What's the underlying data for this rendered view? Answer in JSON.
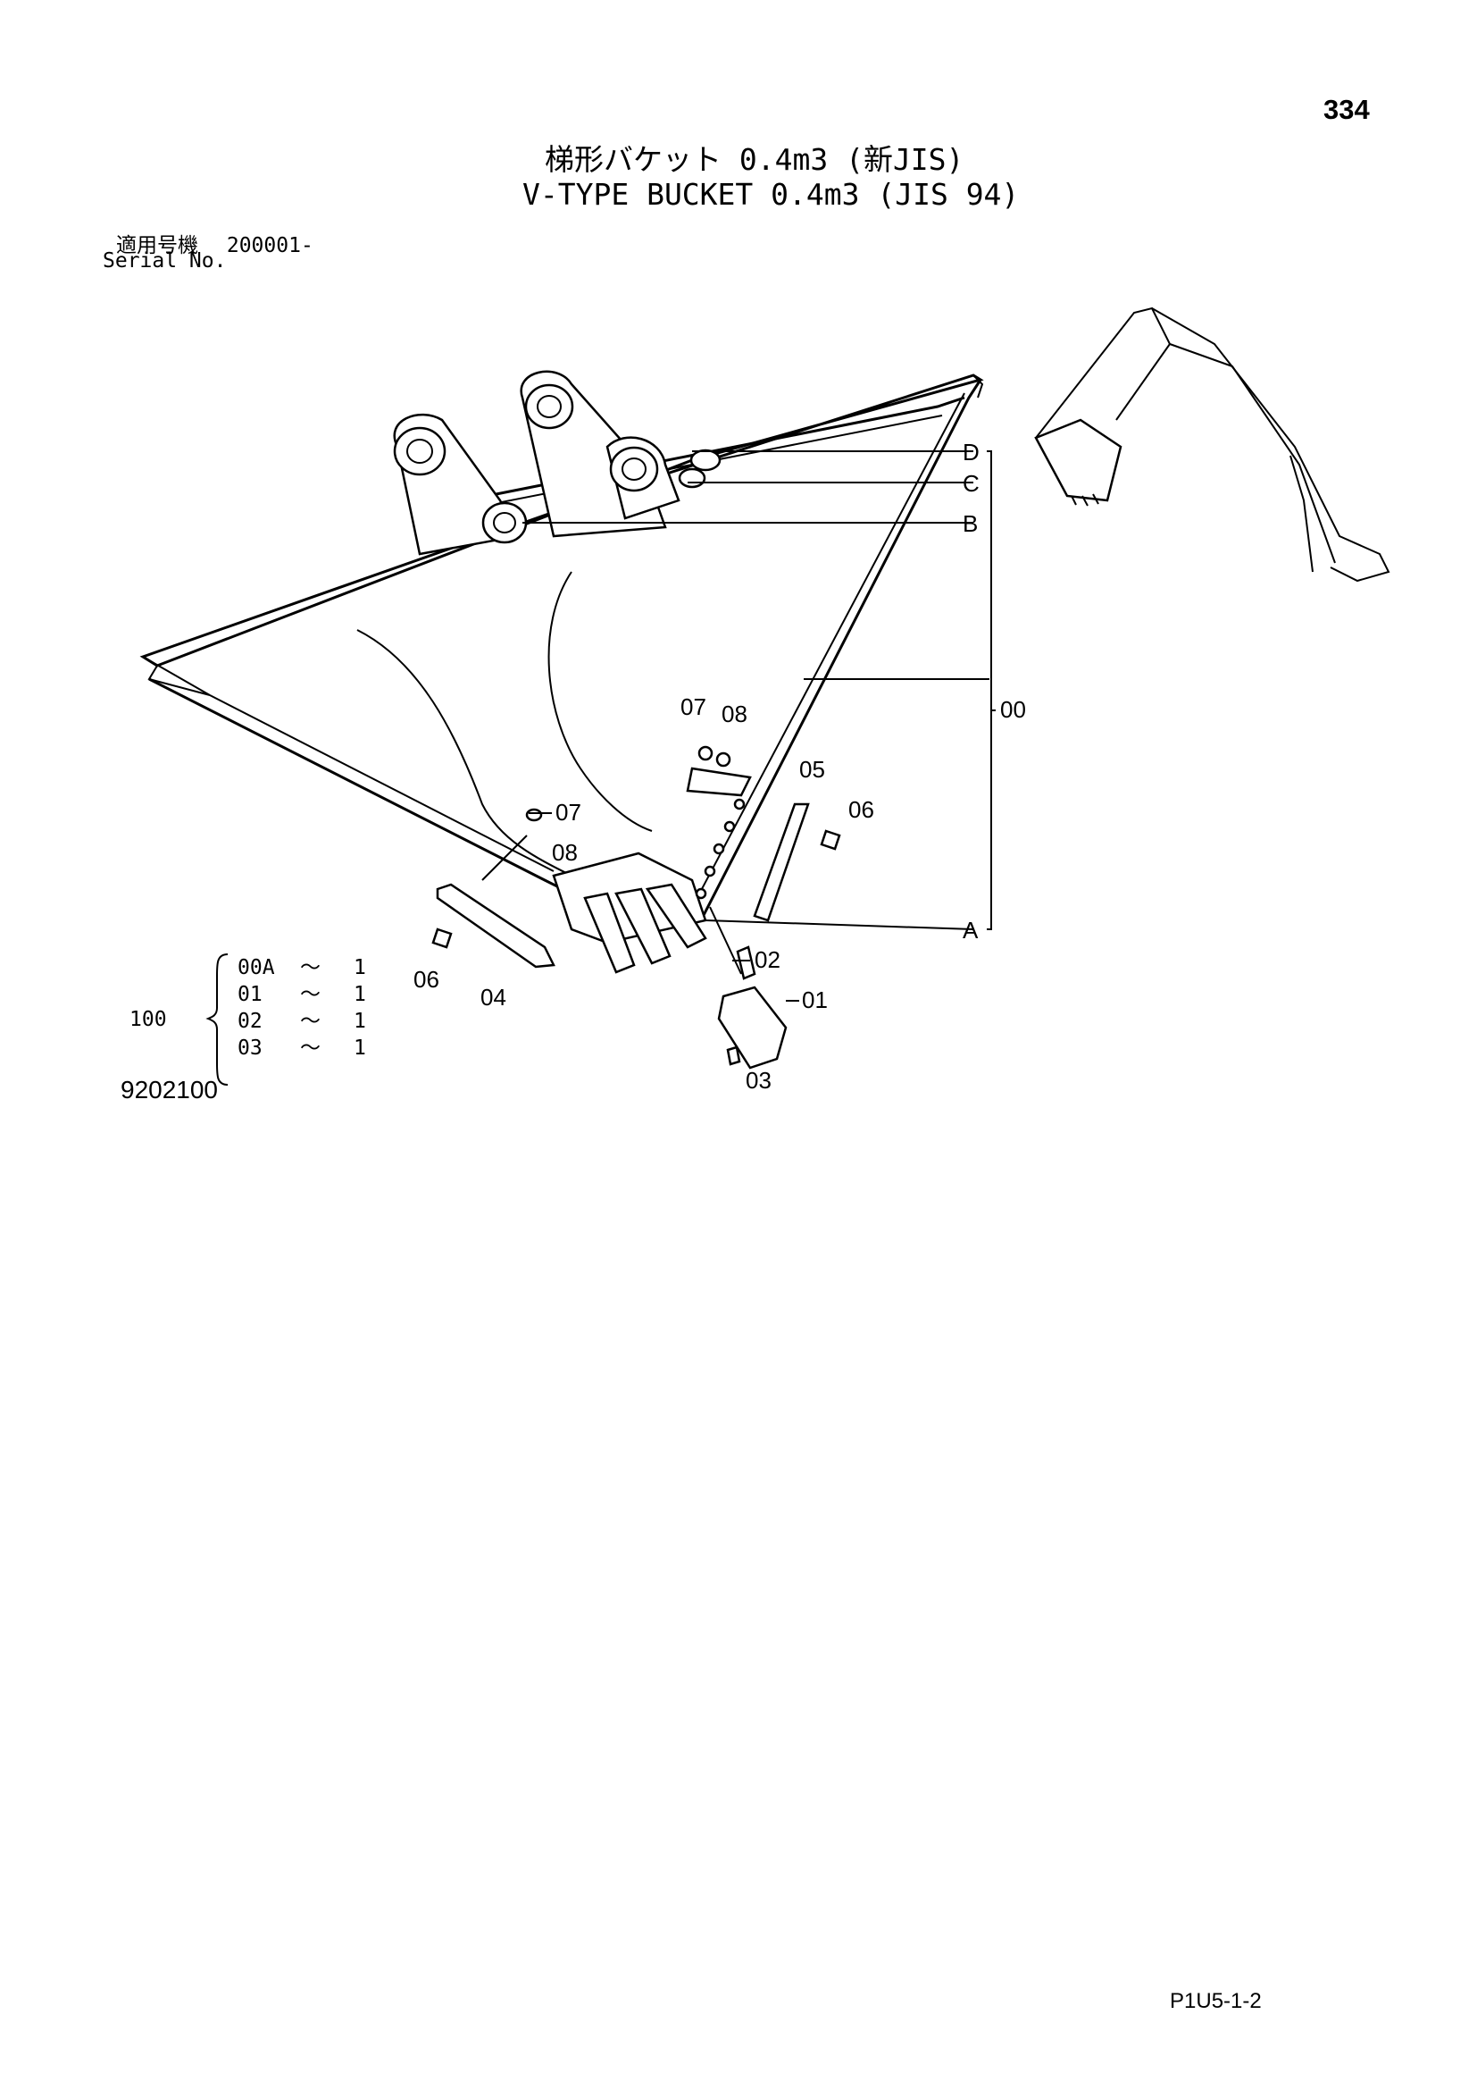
{
  "page_number": "334",
  "title": {
    "japanese": "梯形バケット 0.4m3 (新JIS)",
    "english": "V-TYPE BUCKET 0.4m3 (JIS 94)"
  },
  "serial": {
    "label_jp": "適用号機",
    "number": "200001-",
    "label_en": "Serial No."
  },
  "callouts": {
    "d": "D",
    "c": "C",
    "b": "B",
    "a": "A",
    "assembly": "00",
    "p07_top": "07",
    "p08_top": "08",
    "p05": "05",
    "p06_right": "06",
    "p07_left": "07",
    "p08_left": "08",
    "p06_left": "06",
    "p04": "04",
    "p02": "02",
    "p01": "01",
    "p03": "03"
  },
  "kit": {
    "set_number": "100",
    "rows": [
      {
        "part": "00A",
        "tilde": "～",
        "qty": "1"
      },
      {
        "part": "01",
        "tilde": "～",
        "qty": "1"
      },
      {
        "part": "02",
        "tilde": "～",
        "qty": "1"
      },
      {
        "part": "03",
        "tilde": "～",
        "qty": "1"
      }
    ]
  },
  "drawing_number": "9202100",
  "footer_code": "P1U5-1-2"
}
